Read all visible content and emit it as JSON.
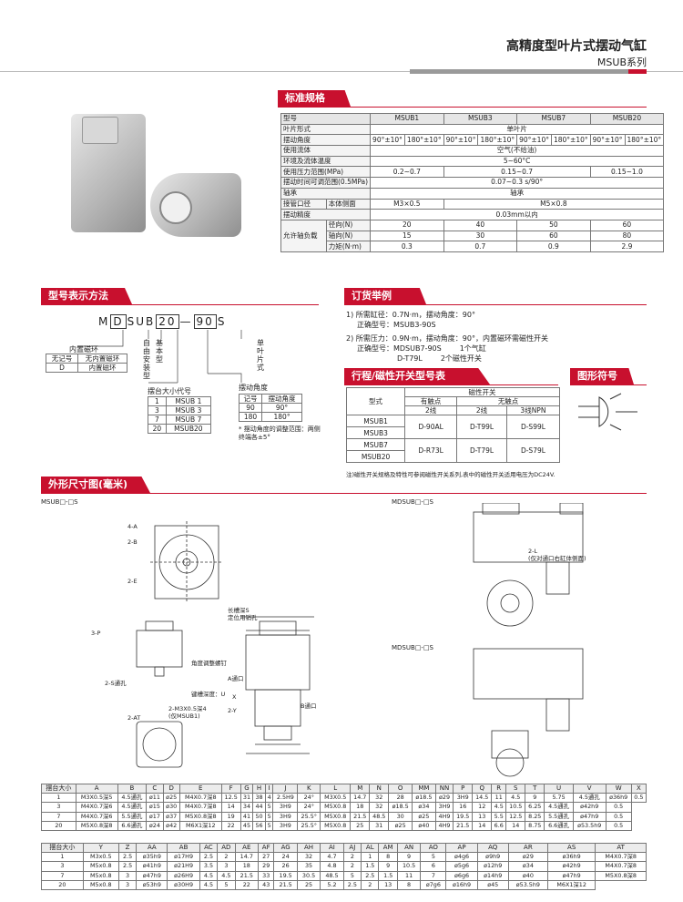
{
  "header": {
    "title": "高精度型叶片式摆动气缸",
    "subtitle": "MSUB系列"
  },
  "sections": {
    "spec": "标准规格",
    "model": "型号表示方法",
    "order": "订货举例",
    "stroke": "行程/磁性开关型号表",
    "symbol": "图形符号",
    "dims": "外形尺寸图(毫米)"
  },
  "spec_table": {
    "head": [
      "型号",
      "MSUB1",
      "MSUB3",
      "MSUB7",
      "MSUB20"
    ],
    "vane_label": "叶片形式",
    "vane_value": "单叶片",
    "angle_label": "摆动角度",
    "angles": [
      "90°±10°",
      "180°±10°",
      "90°±10°",
      "180°±10°",
      "90°±10°",
      "180°±10°",
      "90°±10°",
      "180°±10°"
    ],
    "fluid_label": "使用流体",
    "fluid_value": "空气(不给油)",
    "temp_label": "环境及流体温度",
    "temp_value": "5~60°C",
    "press_label": "使用压力范围(MPa)",
    "press": [
      "0.2~0.7",
      "0.15~0.7",
      "0.15~1.0"
    ],
    "time_label": "摆动时间可调范围(0.5MPa)",
    "time_value": "0.07~0.3 s/90°",
    "bearing_label": "轴承",
    "bearing_value": "轴承",
    "port_label": "接管口径",
    "port_sub": "本体侧面",
    "port": [
      "M3×0.5",
      "M5×0.8"
    ],
    "prec_label": "摆动精度",
    "prec_value": "0.03mm以内",
    "load_label": "允许轴负载",
    "loads": [
      {
        "label": "径向(N)",
        "values": [
          "20",
          "40",
          "50",
          "60"
        ]
      },
      {
        "label": "轴向(N)",
        "values": [
          "15",
          "30",
          "60",
          "80"
        ]
      },
      {
        "label": "力矩(N·m)",
        "values": [
          "0.3",
          "0.7",
          "0.9",
          "2.9"
        ]
      }
    ]
  },
  "model": {
    "letters": [
      "M",
      "D",
      "S",
      "U",
      "B",
      "20",
      "—",
      "90",
      "S"
    ],
    "mag_head": [
      "无记号",
      "无内置磁环"
    ],
    "mag_row": [
      "D",
      "内置磁环"
    ],
    "mag_title": "内置磁环",
    "free": "自由安装型",
    "basic": "基本型",
    "vane": "单叶片式",
    "size_title": "摆台大小代号",
    "sizes": [
      [
        "1",
        "MSUB 1"
      ],
      [
        "3",
        "MSUB 3"
      ],
      [
        "7",
        "MSUB 7"
      ],
      [
        "20",
        "MSUB20"
      ]
    ],
    "angle_title": "摆动角度",
    "angle_head": [
      "记号",
      "摆动角度"
    ],
    "angle_rows": [
      [
        "90",
        "90°"
      ],
      [
        "180",
        "180°"
      ]
    ],
    "angle_note": "* 摆动角度的调整范围：两侧终端各±5°"
  },
  "order": {
    "l1": "1) 所需缸径：0.7N·m，摆动角度：90°",
    "l2": "正确型号：MSUB3-90S",
    "l3": "2) 所需压力：0.9N·m，摆动角度：90°，内置磁环需磁性开关",
    "l4": "正确型号：MDSUB7-90S",
    "l4b": "1个气缸",
    "l5": "D-T79L",
    "l5b": "2个磁性开关"
  },
  "stroke_table": {
    "c1": "型式",
    "c2": "磁性开关",
    "c3": "有触点",
    "c4": "无触点",
    "c5": "2线",
    "c6": "2线",
    "c7": "3线NPN",
    "rows": [
      {
        "m1": "MSUB1",
        "m2": "MSUB3",
        "v": [
          "D-90AL",
          "D-T99L",
          "D-S99L"
        ]
      },
      {
        "m1": "MSUB7",
        "m2": "MSUB20",
        "v": [
          "D-R73L",
          "D-T79L",
          "D-S79L"
        ]
      }
    ],
    "note": "注)磁性开关规格及特性可参阅磁性开关系列,表中的磁性开关适用电压为DC24V."
  },
  "drawings": {
    "d1": "MSUB□-□S",
    "d2": "MDSUB□-□S",
    "d3": "MDSUB□-□S",
    "labels": {
      "a1": "4-A",
      "a2": "2-B",
      "a3": "2-E",
      "a4": "长槽深S",
      "a5": "定位用销孔",
      "a6": "3-P",
      "a7": "2-S通孔",
      "a8": "角度调整螺钉",
      "a9": "A通口",
      "a10": "B通口",
      "a11": "2-AT",
      "a12": "2-M3X0.5深4",
      "a13": "(仅MSUB1)",
      "a14": "2-L",
      "a15": "(仅对通口右缸体侧面)",
      "a16": "键槽深度：U",
      "a17": "2-Y",
      "a18": "X"
    }
  },
  "dim1": {
    "head": [
      "摆台大小",
      "A",
      "B",
      "C",
      "D",
      "E",
      "F",
      "G",
      "H",
      "I",
      "J",
      "K",
      "L",
      "M",
      "N",
      "O",
      "MM",
      "NN",
      "P",
      "Q",
      "R",
      "S",
      "T",
      "U",
      "V",
      "W",
      "X"
    ],
    "rows": [
      [
        "1",
        "M3X0.5深5",
        "4.5通孔",
        "ø11",
        "ø25",
        "M4X0.7深8",
        "12.5",
        "31",
        "38",
        "4",
        "2.5H9",
        "24°",
        "M3X0.5",
        "14.7",
        "32",
        "28",
        "ø18.5",
        "ø29",
        "3H9",
        "14.5",
        "11",
        "4.5",
        "9",
        "5.75",
        "4.5通孔",
        "ø36h9",
        "0.5"
      ],
      [
        "3",
        "M4X0.7深6",
        "4.5通孔",
        "ø15",
        "ø30",
        "M4X0.7深8",
        "14",
        "34",
        "44",
        "5",
        "3H9",
        "24°",
        "M5X0.8",
        "18",
        "32",
        "ø18.5",
        "ø34",
        "3H9",
        "16",
        "12",
        "4.5",
        "10.5",
        "6.25",
        "4.5通孔",
        "ø42h9",
        "0.5"
      ],
      [
        "7",
        "M4X0.7深6",
        "5.5通孔",
        "ø17",
        "ø37",
        "M5X0.8深8",
        "19",
        "41",
        "50",
        "5",
        "3H9",
        "25.5°",
        "M5X0.8",
        "21.5",
        "48.5",
        "30",
        "ø25",
        "4H9",
        "19.5",
        "13",
        "5.5",
        "12.5",
        "8.25",
        "5.5通孔",
        "ø47h9",
        "0.5"
      ],
      [
        "20",
        "M5X0.8深8",
        "6.6通孔",
        "ø24",
        "ø42",
        "M6X1深12",
        "22",
        "45",
        "56",
        "5",
        "3H9",
        "25.5°",
        "M5X0.8",
        "25",
        "31",
        "ø25",
        "ø40",
        "4H9",
        "21.5",
        "14",
        "6.6",
        "14",
        "8.75",
        "6.6通孔",
        "ø53.5h9",
        "0.5"
      ]
    ]
  },
  "dim2": {
    "head": [
      "摆台大小",
      "Y",
      "Z",
      "AA",
      "AB",
      "AC",
      "AD",
      "AE",
      "AF",
      "AG",
      "AH",
      "AI",
      "AJ",
      "AL",
      "AM",
      "AN",
      "AO",
      "AP",
      "AQ",
      "AR",
      "AS",
      "AT"
    ],
    "rows": [
      [
        "1",
        "M3x0.5",
        "2.5",
        "ø35h9",
        "ø17H9",
        "2.5",
        "2",
        "14.7",
        "27",
        "24",
        "32",
        "4.7",
        "2",
        "1",
        "8",
        "9",
        "5",
        "ø4g6",
        "ø9h9",
        "ø29",
        "ø36h9",
        "M4X0.7深8"
      ],
      [
        "3",
        "M5x0.8",
        "2.5",
        "ø41h9",
        "ø21H9",
        "3.5",
        "3",
        "18",
        "29",
        "26",
        "35",
        "4.8",
        "2",
        "1.5",
        "9",
        "10.5",
        "6",
        "ø5g6",
        "ø12h9",
        "ø34",
        "ø42h9",
        "M4X0.7深8"
      ],
      [
        "7",
        "M5x0.8",
        "3",
        "ø47h9",
        "ø26H9",
        "4.5",
        "4.5",
        "21.5",
        "33",
        "19.5",
        "30.5",
        "48.5",
        "5",
        "2.5",
        "1.5",
        "11",
        "7",
        "ø6g6",
        "ø14h9",
        "ø40",
        "ø47h9",
        "M5X0.8深8"
      ],
      [
        "20",
        "M5x0.8",
        "3",
        "ø53h9",
        "ø30H9",
        "4.5",
        "5",
        "22",
        "43",
        "21.5",
        "25",
        "5.2",
        "2.5",
        "2",
        "13",
        "8",
        "ø7g6",
        "ø16h9",
        "ø45",
        "ø53.5h9",
        "M6X1深12"
      ]
    ]
  }
}
